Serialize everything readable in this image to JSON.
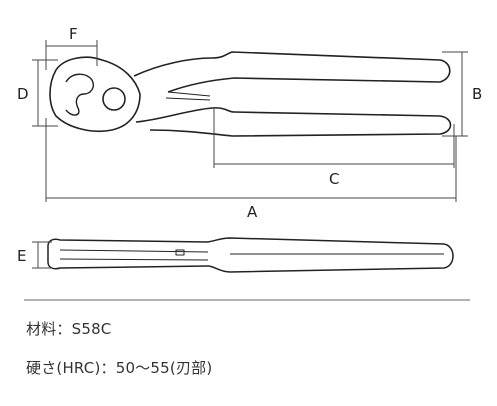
{
  "dimensions": {
    "A": "A",
    "B": "B",
    "C": "C",
    "D": "D",
    "E": "E",
    "F": "F"
  },
  "specs": {
    "material": "材料：S58C",
    "hardness": "硬さ(HRC)：50〜55(刃部)"
  }
}
